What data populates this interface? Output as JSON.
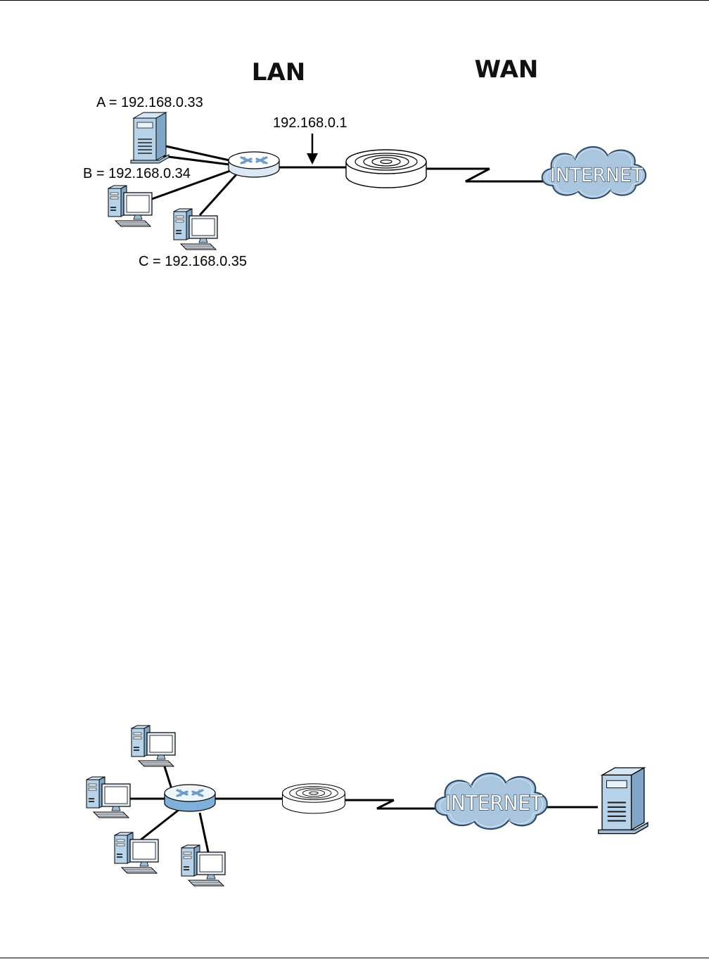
{
  "diagram1": {
    "zones": {
      "lan": "LAN",
      "wan": "WAN"
    },
    "hosts": {
      "a": "A = 192.168.0.33",
      "b": "B = 192.168.0.34",
      "c": "C = 192.168.0.35"
    },
    "gateway_ip": "192.168.0.1",
    "cloud": "INTERNET"
  },
  "diagram2": {
    "cloud": "INTERNET"
  },
  "colors": {
    "device_blue": "#b7d3ea",
    "cloud_fill": "#a9c6de",
    "line": "#000000"
  },
  "icons": [
    "server-icon",
    "desktop-pc-icon",
    "switch-icon",
    "router-icon",
    "cloud-icon",
    "arrow-down-icon"
  ]
}
